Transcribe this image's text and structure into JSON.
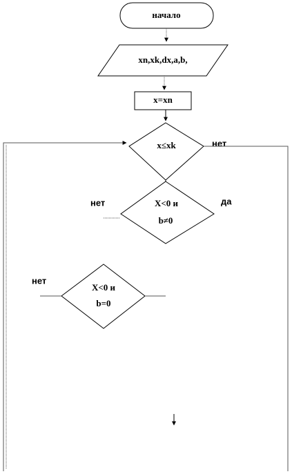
{
  "flowchart": {
    "start": {
      "label": "начало"
    },
    "input": {
      "label": "xn,xk,dx,a,b,"
    },
    "init": {
      "label": "x=xn"
    },
    "loop_condition": {
      "label": "x≤xk",
      "branch_no": "нет"
    },
    "condition_2": {
      "line1": "X<0 и",
      "line2": "b≠0",
      "branch_no": "нет",
      "branch_yes": "да"
    },
    "condition_3": {
      "line1": "X<0 и",
      "line2": "b=0",
      "branch_no": "нет"
    }
  }
}
